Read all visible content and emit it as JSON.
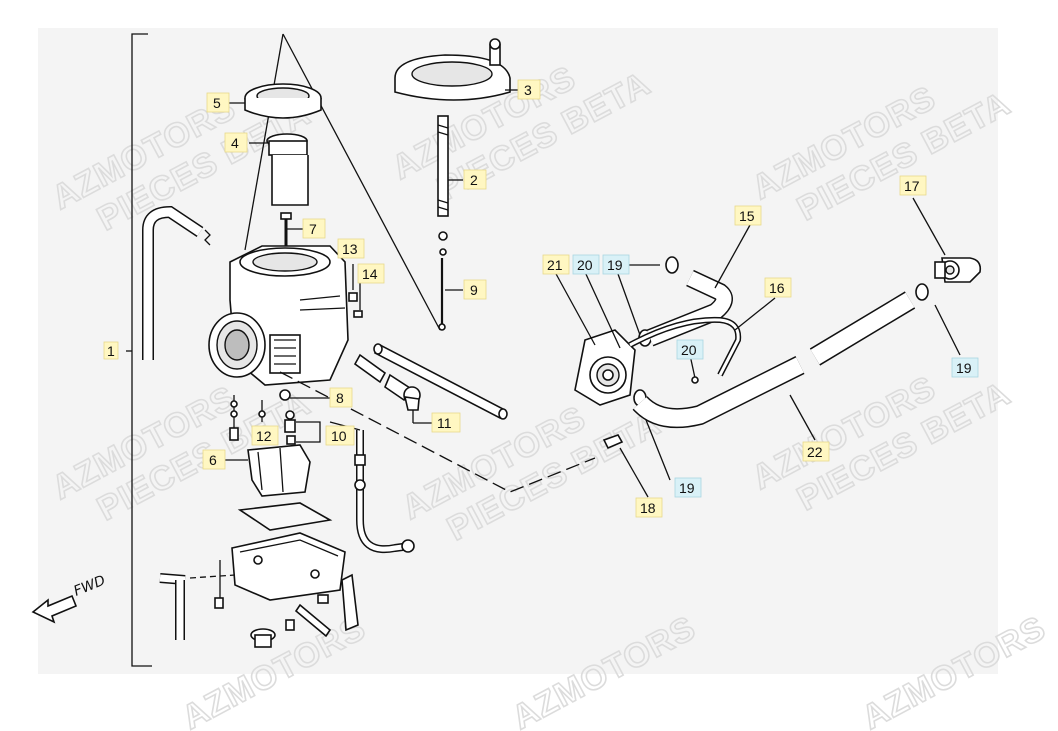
{
  "diagram": {
    "labels": [
      {
        "id": "1",
        "text": "1",
        "color": "yellow"
      },
      {
        "id": "2",
        "text": "2",
        "color": "yellow"
      },
      {
        "id": "3",
        "text": "3",
        "color": "yellow"
      },
      {
        "id": "4",
        "text": "4",
        "color": "yellow"
      },
      {
        "id": "5",
        "text": "5",
        "color": "yellow"
      },
      {
        "id": "6",
        "text": "6",
        "color": "yellow"
      },
      {
        "id": "7",
        "text": "7",
        "color": "yellow"
      },
      {
        "id": "8",
        "text": "8",
        "color": "yellow"
      },
      {
        "id": "9",
        "text": "9",
        "color": "yellow"
      },
      {
        "id": "10",
        "text": "10",
        "color": "yellow"
      },
      {
        "id": "11",
        "text": "11",
        "color": "yellow"
      },
      {
        "id": "12",
        "text": "12",
        "color": "yellow"
      },
      {
        "id": "13",
        "text": "13",
        "color": "yellow"
      },
      {
        "id": "14",
        "text": "14",
        "color": "yellow"
      },
      {
        "id": "15",
        "text": "15",
        "color": "yellow"
      },
      {
        "id": "16",
        "text": "16",
        "color": "yellow"
      },
      {
        "id": "17",
        "text": "17",
        "color": "yellow"
      },
      {
        "id": "18",
        "text": "18",
        "color": "yellow"
      },
      {
        "id": "19a",
        "text": "19",
        "color": "blue"
      },
      {
        "id": "19b",
        "text": "19",
        "color": "blue"
      },
      {
        "id": "19c",
        "text": "19",
        "color": "blue"
      },
      {
        "id": "20a",
        "text": "20",
        "color": "blue"
      },
      {
        "id": "20b",
        "text": "20",
        "color": "blue"
      },
      {
        "id": "21",
        "text": "21",
        "color": "yellow"
      },
      {
        "id": "22",
        "text": "22",
        "color": "yellow"
      }
    ],
    "direction_label": "FWD",
    "watermark_lines": [
      "AZMOTORS",
      "PIECES BETA"
    ],
    "colors": {
      "label_yellow": "#fff7c2",
      "label_blue": "#d9f1f7",
      "panel_bg": "#f4f4f4",
      "line": "#111111"
    }
  }
}
